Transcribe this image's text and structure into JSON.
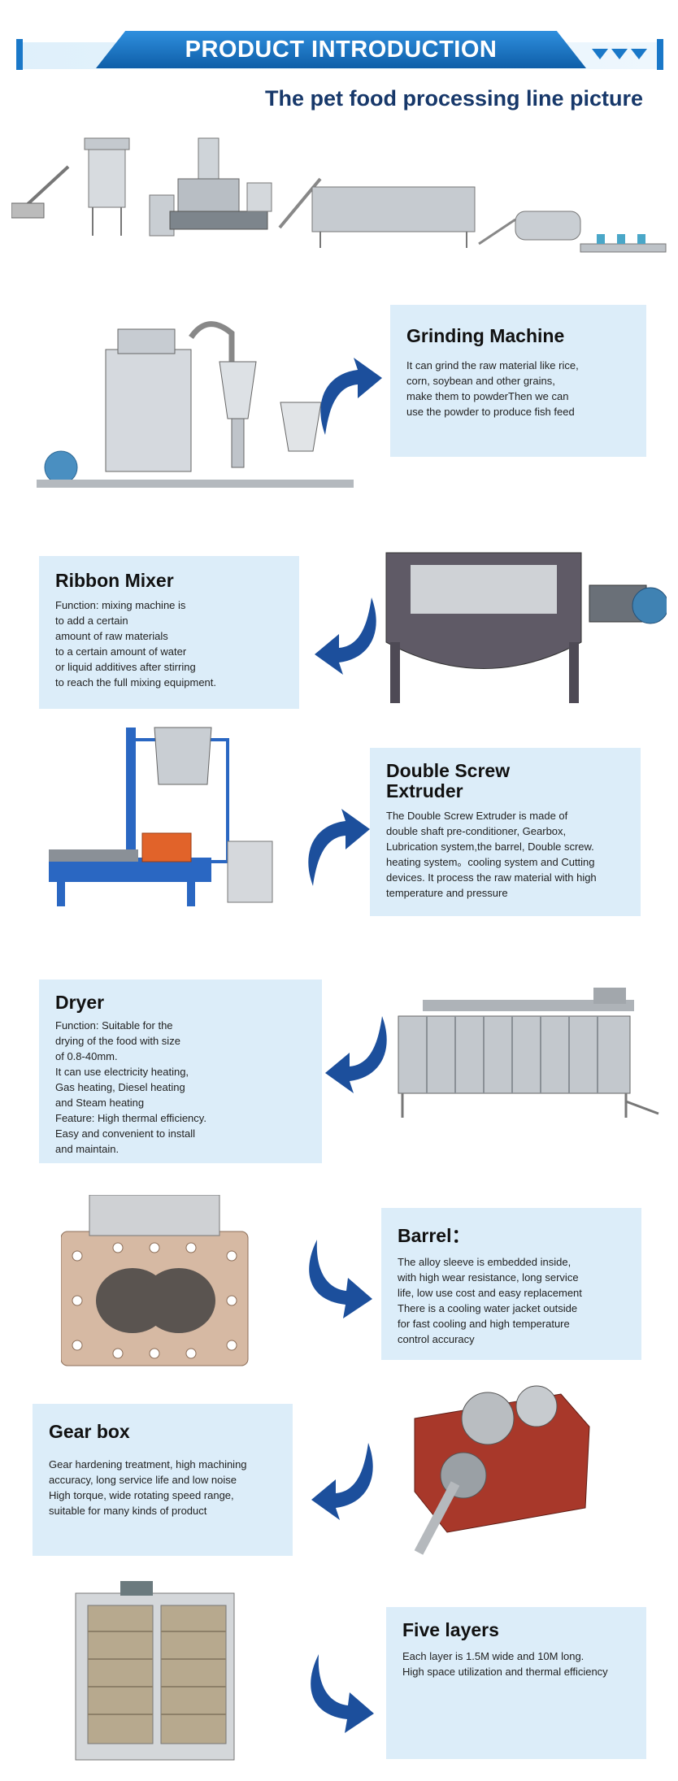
{
  "header": {
    "title": "PRODUCT INTRODUCTION",
    "subtitle": "The pet food processing line picture"
  },
  "sections": [
    {
      "title": "Grinding Machine",
      "lines": [
        "It can grind the raw material like rice,",
        "corn, soybean and other grains,",
        "make them to powderThen we can",
        "use the powder to produce fish feed"
      ]
    },
    {
      "title": "Ribbon Mixer",
      "lines": [
        "Function: mixing machine is",
        "to add a certain",
        "amount of raw materials",
        "to a certain amount of water",
        "or liquid additives after stirring",
        "to reach the full mixing equipment."
      ]
    },
    {
      "title_line1": "Double Screw",
      "title_line2": "Extruder",
      "lines": [
        "The Double Screw Extruder is made of",
        "double shaft pre-conditioner, Gearbox,",
        "Lubrication system,the barrel, Double screw.",
        "heating system。cooling system and Cutting",
        "devices. It process the raw material with high",
        "temperature and pressure"
      ]
    },
    {
      "title": "Dryer",
      "lines": [
        "Function: Suitable for the",
        "drying of the food with size",
        "of 0.8-40mm.",
        "It can use electricity heating,",
        "Gas heating, Diesel heating",
        "and Steam heating",
        "Feature: High thermal efficiency.",
        "Easy and convenient to install",
        "and maintain."
      ]
    },
    {
      "title": "Barrel：",
      "lines": [
        "The alloy sleeve is embedded inside,",
        "with high wear resistance, long service",
        "life, low use cost and easy replacement",
        "There is a cooling water jacket outside",
        "for fast cooling and high temperature",
        "control accuracy"
      ]
    },
    {
      "title": "Gear box",
      "lines": [
        "Gear hardening treatment, high machining",
        "accuracy, long service life and low noise",
        "High torque, wide rotating speed range,",
        "suitable for many kinds of product"
      ]
    },
    {
      "title": "Five layers",
      "lines": [
        "Each layer is 1.5M wide and 10M long.",
        "High space utilization and thermal efficiency"
      ]
    }
  ],
  "colors": {
    "accent": "#1a78c8",
    "panel": "#dcedf9",
    "arrow": "#1c4f9c",
    "title_dark": "#17386a"
  }
}
